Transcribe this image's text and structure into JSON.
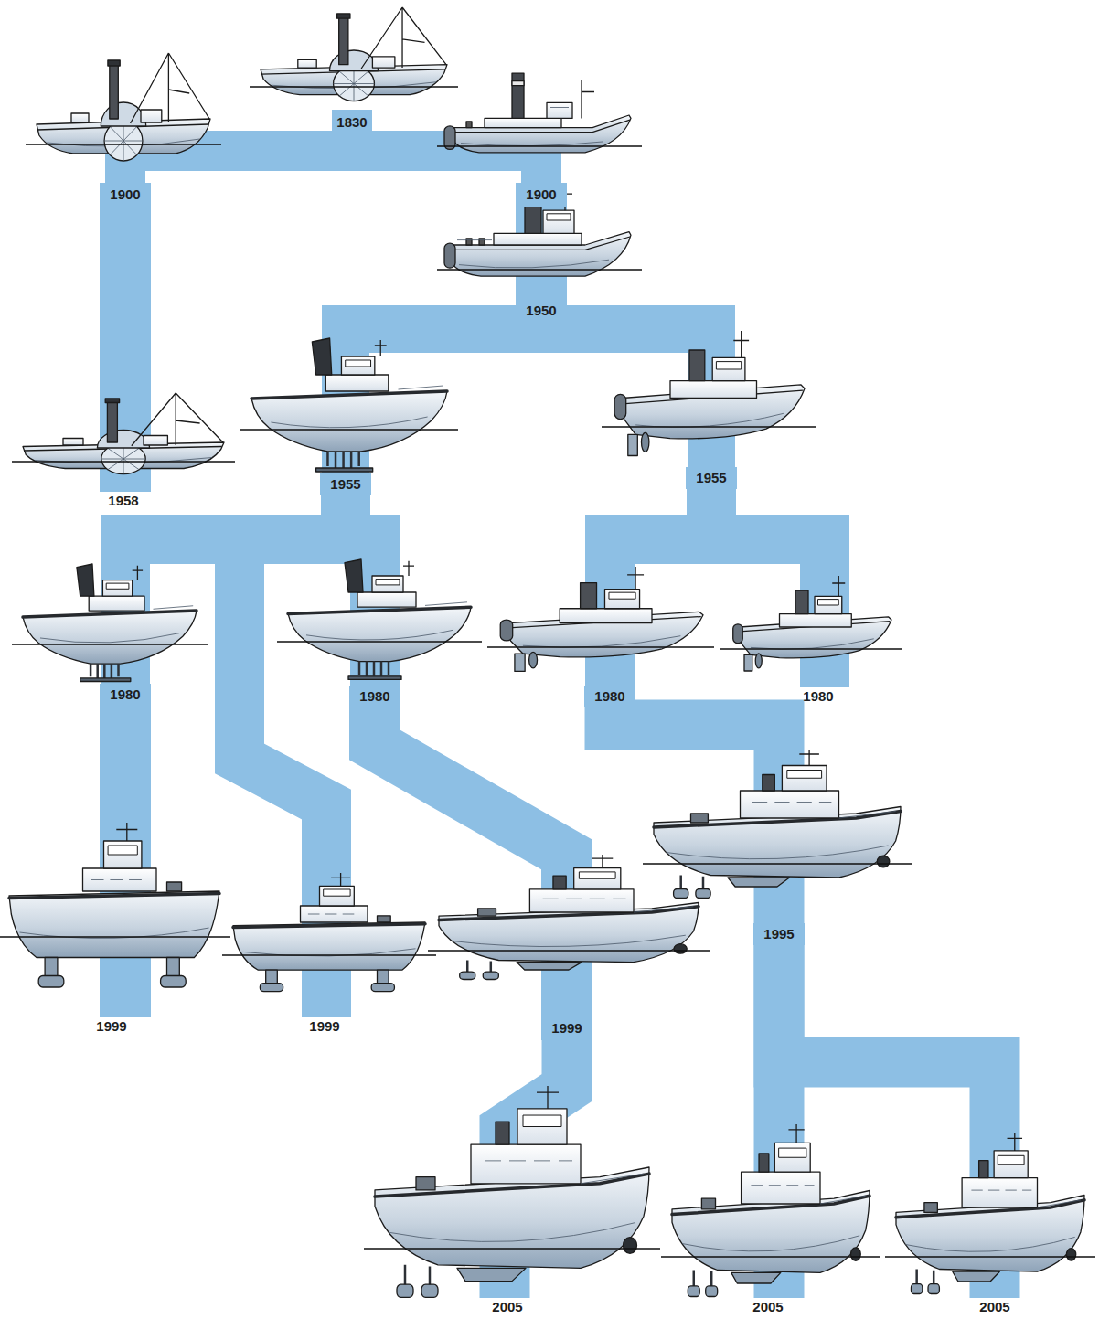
{
  "diagram": {
    "nodes": [
      {
        "text": [
          "1830"
        ]
      },
      {
        "text": [
          "1900"
        ]
      },
      {
        "text": [
          "1900"
        ]
      },
      {
        "text": [
          "1950"
        ]
      },
      {
        "text": [
          "1958"
        ]
      },
      {
        "text": [
          "1955"
        ]
      },
      {
        "text": [
          "1955"
        ]
      },
      {
        "text": [
          "1980"
        ]
      },
      {
        "text": [
          "1980"
        ]
      },
      {
        "text": [
          "1980"
        ]
      },
      {
        "text": [
          "1980"
        ]
      },
      {
        "text": [
          "1995"
        ]
      },
      {
        "text": [
          "1999"
        ]
      },
      {
        "text": [
          "1999"
        ]
      },
      {
        "text": [
          "1999"
        ]
      },
      {
        "text": [
          "2005"
        ]
      },
      {
        "text": [
          "2005"
        ]
      },
      {
        "text": [
          "2005"
        ]
      }
    ],
    "edges": [
      {
        "from": 0,
        "to": 1,
        "arrow": "none"
      },
      {
        "from": 0,
        "to": 2,
        "arrow": "none"
      },
      {
        "from": 1,
        "to": 4,
        "arrow": "none"
      },
      {
        "from": 2,
        "to": 3,
        "arrow": "none"
      },
      {
        "from": 3,
        "to": 5,
        "arrow": "none"
      },
      {
        "from": 3,
        "to": 6,
        "arrow": "none"
      },
      {
        "from": 5,
        "to": 7,
        "arrow": "none"
      },
      {
        "from": 5,
        "to": 13,
        "arrow": "none"
      },
      {
        "from": 5,
        "to": 8,
        "arrow": "none"
      },
      {
        "from": 6,
        "to": 9,
        "arrow": "none"
      },
      {
        "from": 6,
        "to": 10,
        "arrow": "none"
      },
      {
        "from": 7,
        "to": 12,
        "arrow": "none"
      },
      {
        "from": 8,
        "to": 14,
        "arrow": "none"
      },
      {
        "from": 9,
        "to": 11,
        "arrow": "none"
      },
      {
        "from": 14,
        "to": 15,
        "arrow": "none"
      },
      {
        "from": 11,
        "to": 16,
        "arrow": "none"
      },
      {
        "from": 11,
        "to": 17,
        "arrow": "none"
      }
    ]
  }
}
